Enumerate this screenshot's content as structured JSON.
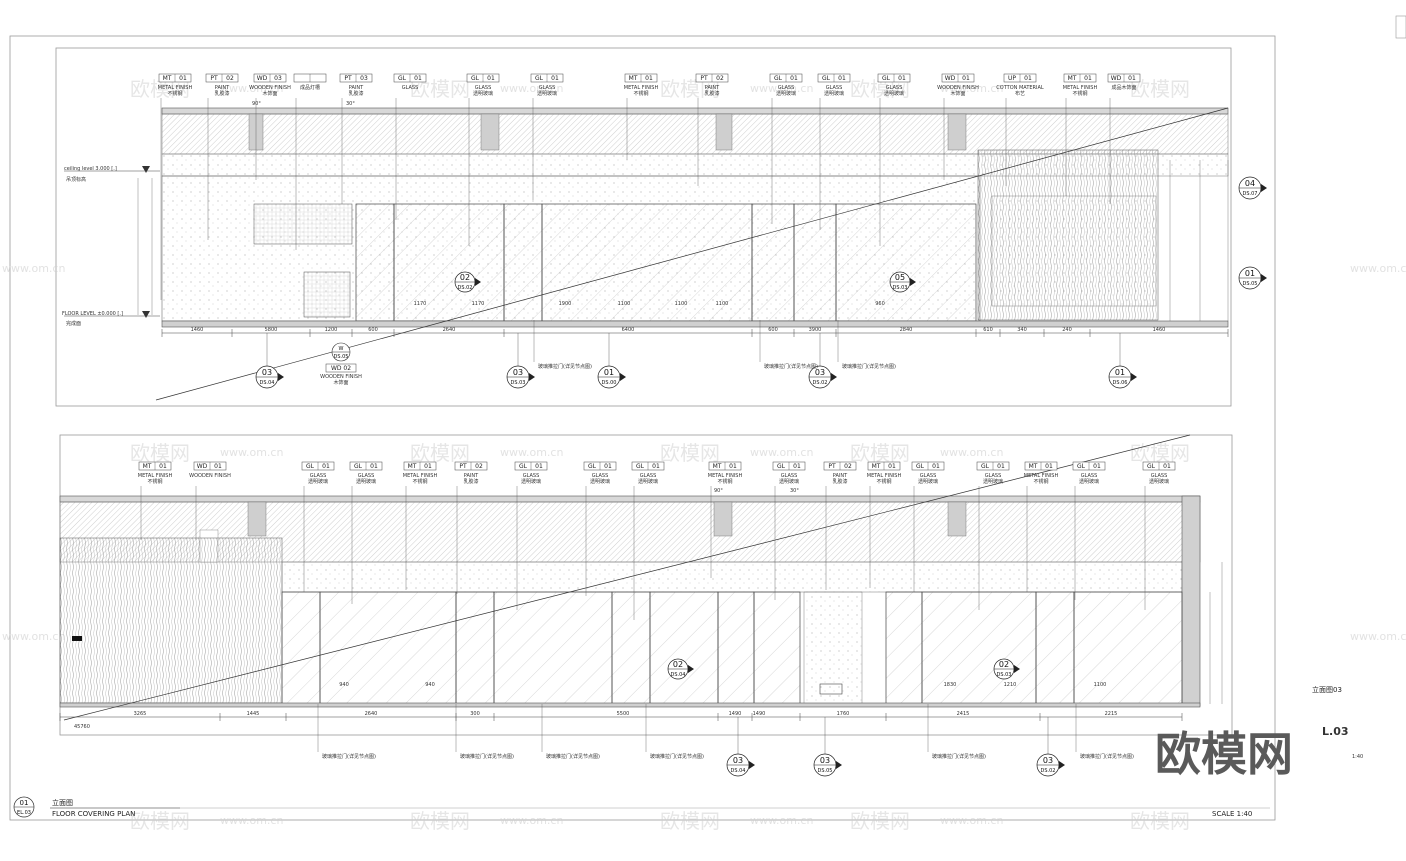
{
  "logo": "欧模网",
  "elevation_label": "立面图03",
  "sheet_code": "L.03",
  "sheet_scale": "1:40",
  "title_block": {
    "number": "01",
    "ref": "EL.03",
    "title_cn": "立面图",
    "title_en": "FLOOR COVERING PLAN",
    "scale": "SCALE 1:40"
  },
  "levels": [
    {
      "en": "ceiling level 3.000 [.]",
      "cn": "吊顶标高"
    },
    {
      "en": "FLOOR LEVEL ±0.000 [.]",
      "cn": "完成面"
    }
  ],
  "upper_tags": [
    {
      "code": "MT 01",
      "label": "METAL FINISH",
      "sub": "不锈钢"
    },
    {
      "code": "PT 02",
      "label": "PAINT",
      "sub": "乳胶漆"
    },
    {
      "code": "WD 03",
      "label": "WOODEN FINISH",
      "sub": "木饰面"
    },
    {
      "code": "",
      "label": "成品灯槽",
      "sub": ""
    },
    {
      "code": "PT 03",
      "label": "PAINT",
      "sub": "乳胶漆"
    },
    {
      "code": "GL 01",
      "label": "GLASS",
      "sub": ""
    },
    {
      "code": "GL 01",
      "label": "GLASS",
      "sub": "透明玻璃"
    },
    {
      "code": "GL 01",
      "label": "GLASS",
      "sub": "透明玻璃"
    },
    {
      "code": "MT 01",
      "label": "METAL FINISH",
      "sub": "不锈钢"
    },
    {
      "code": "PT 02",
      "label": "PAINT",
      "sub": "乳胶漆"
    },
    {
      "code": "GL 01",
      "label": "GLASS",
      "sub": "透明玻璃"
    },
    {
      "code": "GL 01",
      "label": "GLASS",
      "sub": "透明玻璃"
    },
    {
      "code": "GL 01",
      "label": "GLASS",
      "sub": "透明玻璃"
    },
    {
      "code": "WD 01",
      "label": "WOODEN FINISH",
      "sub": "木饰面"
    },
    {
      "code": "UP 01",
      "label": "COTTON MATERIAL",
      "sub": "布艺"
    },
    {
      "code": "MT 01",
      "label": "METAL FINISH",
      "sub": "不锈钢"
    },
    {
      "code": "WD 01",
      "label": "成品木饰面",
      "sub": ""
    }
  ],
  "lower_tags": [
    {
      "code": "MT 01",
      "label": "METAL FINISH",
      "sub": "不锈钢"
    },
    {
      "code": "WD 01",
      "label": "WOODEN FINISH",
      "sub": ""
    },
    {
      "code": "GL 01",
      "label": "GLASS",
      "sub": "透明玻璃"
    },
    {
      "code": "GL 01",
      "label": "GLASS",
      "sub": "透明玻璃"
    },
    {
      "code": "MT 01",
      "label": "METAL FINISH",
      "sub": "不锈钢"
    },
    {
      "code": "PT 02",
      "label": "PAINT",
      "sub": "乳胶漆"
    },
    {
      "code": "GL 01",
      "label": "GLASS",
      "sub": "透明玻璃"
    },
    {
      "code": "GL 01",
      "label": "GLASS",
      "sub": "透明玻璃"
    },
    {
      "code": "GL 01",
      "label": "GLASS",
      "sub": "透明玻璃"
    },
    {
      "code": "MT 01",
      "label": "METAL FINISH",
      "sub": "不锈钢"
    },
    {
      "code": "GL 01",
      "label": "GLASS",
      "sub": "透明玻璃"
    },
    {
      "code": "PT 02",
      "label": "PAINT",
      "sub": "乳胶漆"
    },
    {
      "code": "MT 01",
      "label": "METAL FINISH",
      "sub": "不锈钢"
    },
    {
      "code": "GL 01",
      "label": "GLASS",
      "sub": "透明玻璃"
    },
    {
      "code": "GL 01",
      "label": "GLASS",
      "sub": "透明玻璃"
    },
    {
      "code": "MT 01",
      "label": "METAL FINISH",
      "sub": "不锈钢"
    },
    {
      "code": "GL 01",
      "label": "GLASS",
      "sub": "透明玻璃"
    },
    {
      "code": "GL 01",
      "label": "GLASS",
      "sub": "透明玻璃"
    }
  ],
  "upper_dims": [
    "1460",
    "5800",
    "1200",
    "600",
    "2640",
    "6400",
    "600",
    "3900",
    "2840",
    "610",
    "340",
    "240",
    "1460"
  ],
  "lower_dims": [
    "3265",
    "1445",
    "2640",
    "300",
    "5500",
    "1490",
    "1490",
    "1760",
    "2415",
    "2215"
  ],
  "upper_overall": "",
  "lower_overall": "45760",
  "upper_panel_dims": [
    "1170",
    "1170",
    "1900",
    "1100",
    "1100",
    "1100",
    "960"
  ],
  "lower_panel_dims": [
    "940",
    "940",
    "1830",
    "1210",
    "1100"
  ],
  "upper_bubbles": [
    {
      "top": "03",
      "bottom": "DS.04"
    },
    {
      "top": "03",
      "bottom": "DS.03"
    },
    {
      "top": "01",
      "bottom": "DS.00"
    },
    {
      "top": "03",
      "bottom": "DS.02"
    },
    {
      "top": "01",
      "bottom": "DS.06"
    }
  ],
  "upper_inner_bubbles": [
    {
      "top": "02",
      "bottom": "DS.02"
    },
    {
      "top": "05",
      "bottom": "DS.03"
    }
  ],
  "side_bubbles": [
    {
      "top": "04",
      "bottom": "DS.07"
    },
    {
      "top": "01",
      "bottom": "DS.05"
    }
  ],
  "wd_tag_bubble": {
    "top": "W",
    "bottom": "DS.05"
  },
  "wd_tag_below": {
    "code": "WD 02",
    "label": "WOODEN FINISH",
    "sub": "木饰面"
  },
  "lower_bubbles": [
    {
      "top": "03",
      "bottom": "DS.04"
    },
    {
      "top": "03",
      "bottom": "DS.05"
    },
    {
      "top": "03",
      "bottom": "DS.02"
    }
  ],
  "lower_inner_bubbles": [
    {
      "top": "02",
      "bottom": "DS.04"
    },
    {
      "top": "02",
      "bottom": "DS.03"
    }
  ],
  "upper_notes": [
    "玻璃推拉门(详见节点图)",
    "玻璃推拉门(详见节点图)",
    "玻璃推拉门(详见节点图)"
  ],
  "lower_notes": [
    "玻璃推拉门(详见节点图)",
    "玻璃推拉门(详见节点图)",
    "玻璃推拉门(详见节点图)",
    "玻璃推拉门(详见节点图)",
    "玻璃推拉门(详见节点图)",
    "玻璃推拉门(详见节点图)"
  ],
  "angle_labels": [
    "90°",
    "30°",
    "90°",
    "30°"
  ],
  "watermark": {
    "cn": "欧模网",
    "url": "www.om.cn"
  }
}
